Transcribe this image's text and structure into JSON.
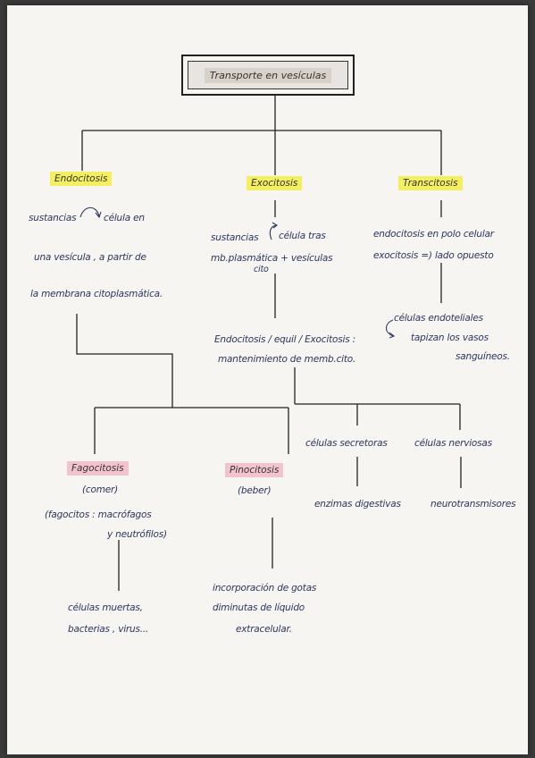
{
  "title": "Transporte en vesículas",
  "endocitosis": {
    "label": "Endocitosis",
    "line1": "sustancias",
    "line1b": "célula en",
    "line2": "una vesícula , a partir de",
    "line3": "la membrana citoplasmática."
  },
  "exocitosis": {
    "label": "Exocitosis",
    "line1": "sustancias",
    "line1b": "célula tras",
    "line2": "mb.plasmática + vesículas",
    "line2b": "cito",
    "line3": "Endocitosis / equil / Exocitosis :",
    "line4": "mantenimiento de memb.cito."
  },
  "transcitosis": {
    "label": "Transcitosis",
    "line1": "endocitosis en polo celular",
    "line2": "exocitosis =) lado opuesto",
    "line3": "células endoteliales",
    "line4": "tapizan los vasos",
    "line5": "sanguíneos."
  },
  "fagocitosis": {
    "label": "Fagocitosis",
    "sub": "(comer)",
    "line1": "(fagocitos : macrófagos",
    "line2": "y neutrófilos)",
    "line3": "células muertas,",
    "line4": "bacterias , virus..."
  },
  "pinocitosis": {
    "label": "Pinocitosis",
    "sub": "(beber)",
    "line1": "incorporación de gotas",
    "line2": "diminutas de líquido",
    "line3": "extracelular."
  },
  "secretoras": {
    "label": "células secretoras",
    "detail": "enzimas digestivas"
  },
  "nerviosas": {
    "label": "células nerviosas",
    "detail": "neurotransmisores"
  },
  "colors": {
    "highlight_yellow": "#f4ef5e",
    "highlight_pink": "#f3c4cf",
    "ink": "#2c3560"
  }
}
